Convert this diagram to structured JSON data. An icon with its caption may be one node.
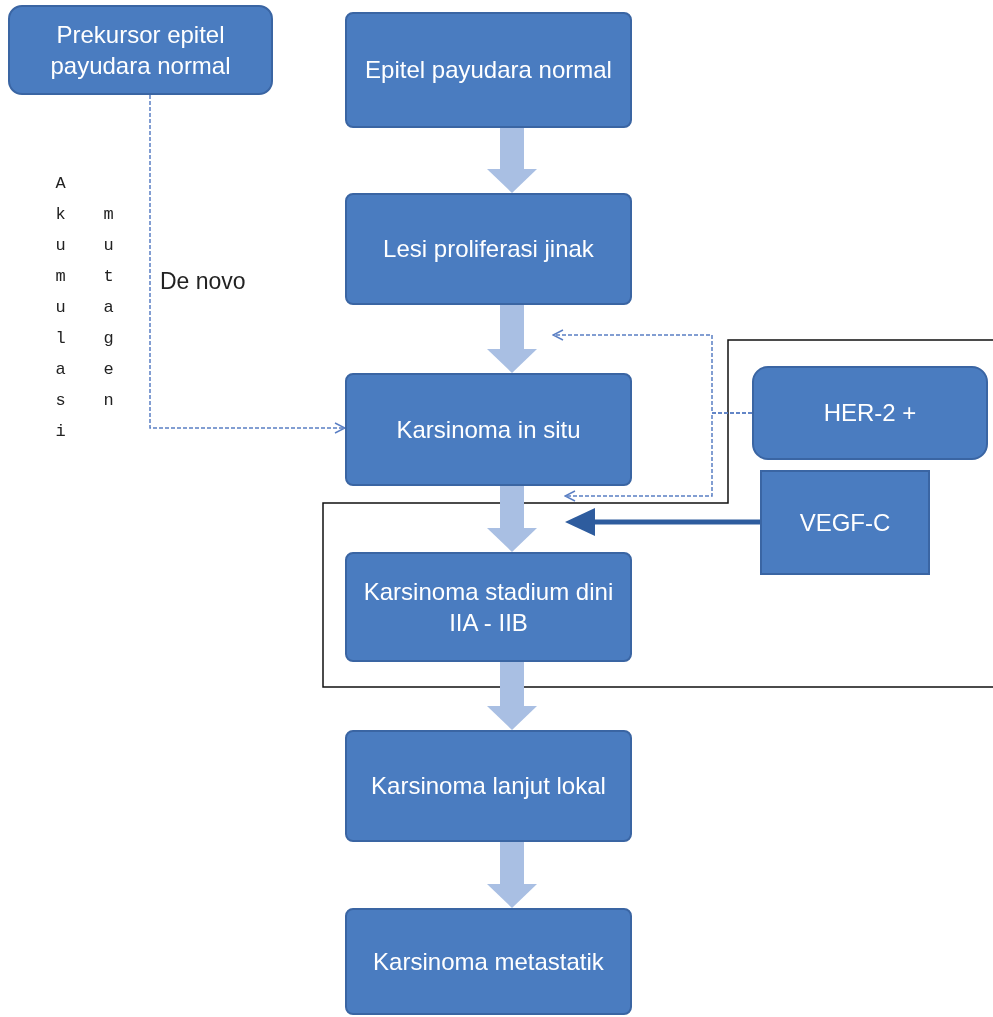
{
  "diagram": {
    "nodes": [
      {
        "text": [
          "Prekursor epitel payudara normal"
        ]
      },
      {
        "text": [
          "Epitel payudara normal"
        ]
      },
      {
        "text": [
          "Lesi proliferasi jinak"
        ]
      },
      {
        "text": [
          "Karsinoma in situ"
        ]
      },
      {
        "text": [
          "Karsinoma stadium dini IIA - IIB"
        ]
      },
      {
        "text": [
          "Karsinoma lanjut lokal"
        ]
      },
      {
        "text": [
          "Karsinoma metastatik"
        ]
      },
      {
        "text": [
          "HER-2 +"
        ]
      },
      {
        "text": [
          "VEGF-C"
        ]
      }
    ],
    "edges": [
      {
        "from": 1,
        "to": 2,
        "arrow": "to"
      },
      {
        "from": 2,
        "to": 3,
        "arrow": "to"
      },
      {
        "from": 3,
        "to": 4,
        "arrow": "to"
      },
      {
        "from": 4,
        "to": 5,
        "arrow": "to"
      },
      {
        "from": 5,
        "to": 6,
        "arrow": "to"
      },
      {
        "from": 0,
        "to": 3,
        "arrow": "to",
        "style": "dashed",
        "color": "#5a7fc4"
      },
      {
        "from": 7,
        "to": null,
        "arrow": "to",
        "style": "dashed",
        "color": "#5a7fc4"
      },
      {
        "from": 7,
        "to": 3,
        "arrow": "to",
        "style": "dashed",
        "color": "#5a7fc4"
      },
      {
        "from": 8,
        "to": 4,
        "arrow": "to",
        "color": "#2e5c9e"
      }
    ],
    "labels": [
      "Akumulasi",
      "mutagen",
      "De novo"
    ]
  }
}
